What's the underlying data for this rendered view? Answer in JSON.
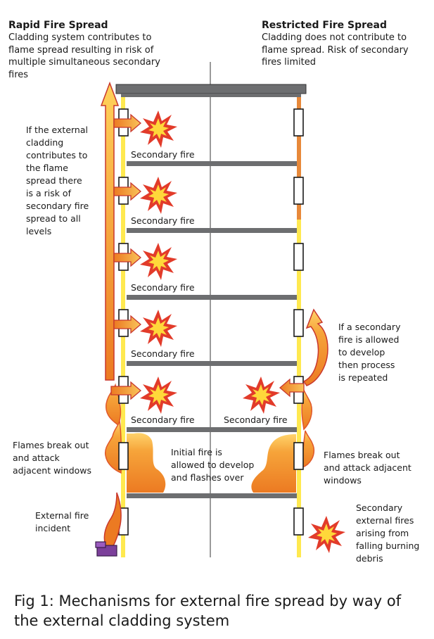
{
  "left_panel": {
    "title": "Rapid Fire Spread",
    "description": "Cladding system contributes to\nflame spread resulting in risk of\nmultiple simultaneous secondary\nfires",
    "risk_note": "If the external\ncladding\ncontributes to\nthe flame\nspread there\nis a risk of\nsecondary fire\nspread to all\nlevels",
    "flames_note": "Flames break out\nand attack\nadjacent windows",
    "external_note": "External fire\nincident"
  },
  "right_panel": {
    "title": "Restricted Fire Spread",
    "description": "Cladding does not contribute to\nflame spread. Risk of secondary\nfires limited",
    "repeat_note": "If a secondary\nfire is allowed\nto develop\nthen process\nis repeated",
    "flames_note": "Flames break out\nand attack adjacent\nwindows",
    "debris_note": "Secondary\nexternal fires\narising from\nfalling burning\ndebris"
  },
  "center": {
    "initial_fire_note": "Initial fire is\nallowed to develop\nand flashes over"
  },
  "secondary_fire_labels": [
    "Secondary fire",
    "Secondary fire",
    "Secondary fire",
    "Secondary fire",
    "Secondary fire",
    "Secondary fire"
  ],
  "caption": "Fig 1: Mechanisms for external fire spread by way of\nthe external cladding system",
  "colors": {
    "floor_slab": "#6d6e70",
    "cladding_yellow": "#ffe94f",
    "cladding_orange": "#e8893a",
    "flame_orange": "#ec7a22",
    "flame_outline": "#c8372d",
    "burst_red": "#e23b2a",
    "burst_yellow": "#ffd83a",
    "divider": "#9a9a9a",
    "window_fill": "#ffffff",
    "object_purple": "#7b3f9a"
  }
}
